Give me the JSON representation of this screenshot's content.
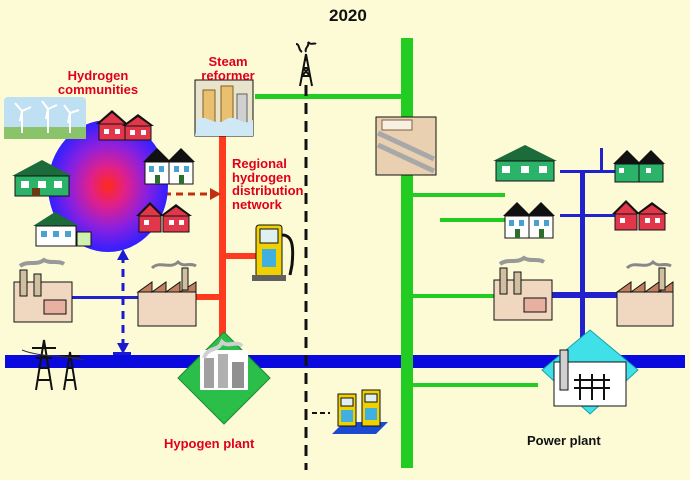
{
  "year": "2020",
  "labels": {
    "hydrogen_communities_line1": "Hydrogen",
    "hydrogen_communities_line2": "communities",
    "steam_reformer_line1": "Steam",
    "steam_reformer_line2": "reformer",
    "regional_line1": "Regional",
    "regional_line2": "hydrogen",
    "regional_line3": "distribution",
    "regional_line4": "network",
    "hypogen_plant": "Hypogen plant",
    "power_plant": "Power plant"
  },
  "colors": {
    "background": "#fdfbd6",
    "hydrogen_network": "#ff3b1f",
    "gas_network": "#22cc22",
    "electric_grid": "#0a0adf",
    "electric_branch": "#2222cc",
    "label_red": "#e0001b"
  }
}
